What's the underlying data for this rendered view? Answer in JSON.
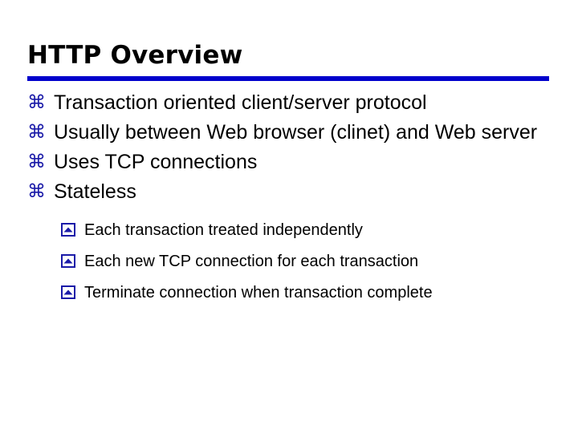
{
  "slide": {
    "title": "HTTP Overview",
    "accent_color": "#0000cc",
    "bullet_color": "#1a1aa8",
    "text_color": "#000000",
    "background_color": "#ffffff",
    "rule": {
      "name": "title-underline",
      "color": "#0000cc"
    },
    "bullets": [
      {
        "marker_icon": "command-glyph-bullet-icon",
        "marker": "⌘",
        "text": "Transaction oriented client/server protocol"
      },
      {
        "marker_icon": "command-glyph-bullet-icon",
        "marker": "⌘",
        "text": "Usually between Web browser (clinet) and Web server"
      },
      {
        "marker_icon": "command-glyph-bullet-icon",
        "marker": "⌘",
        "text": "Uses TCP connections"
      },
      {
        "marker_icon": "command-glyph-bullet-icon",
        "marker": "⌘",
        "text": "Stateless"
      }
    ],
    "sub_bullets": [
      {
        "marker_icon": "boxed-caret-up-bullet-icon",
        "text": "Each transaction treated independently"
      },
      {
        "marker_icon": "boxed-caret-up-bullet-icon",
        "text": "Each new TCP connection for each transaction"
      },
      {
        "marker_icon": "boxed-caret-up-bullet-icon",
        "text": "Terminate connection when transaction complete"
      }
    ]
  }
}
